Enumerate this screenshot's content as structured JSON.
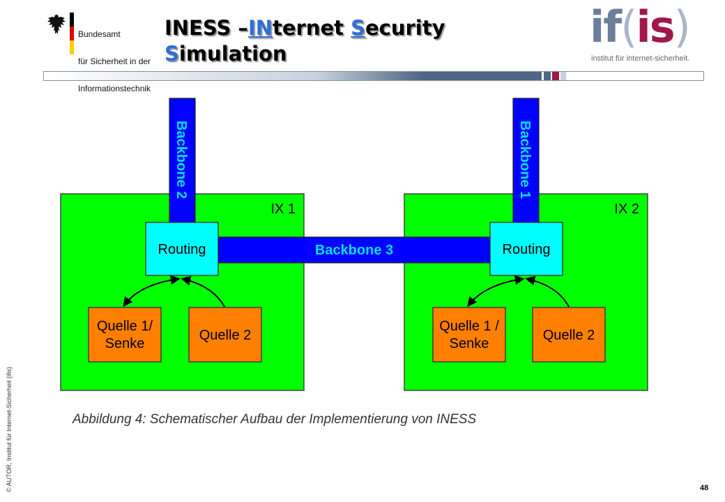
{
  "header": {
    "bsi": {
      "lines": [
        "Bundesamt",
        "für Sicherheit in der",
        "Informationstechnik"
      ],
      "flag_colors": [
        "#000000",
        "#dd0000",
        "#ffce00"
      ]
    },
    "title": {
      "p1": "INESS –",
      "p2": "IN",
      "p3": "ternet ",
      "p4": "S",
      "p5": "ecurity",
      "p6": "S",
      "p7": "imulation"
    },
    "ifis": {
      "word_if": "if",
      "bracket_open": "(",
      "word_is": "is",
      "bracket_close": ")",
      "subtitle": "institut für internet-sicherheit."
    }
  },
  "diagram": {
    "ix_left": {
      "label": "IX 1"
    },
    "ix_right": {
      "label": "IX 2"
    },
    "backbone_left": {
      "label": "Backbone 2"
    },
    "backbone_right": {
      "label": "Backbone 1"
    },
    "backbone_middle": {
      "label": "Backbone 3"
    },
    "routing_left": {
      "label": "Routing"
    },
    "routing_right": {
      "label": "Routing"
    },
    "source_left_1": {
      "line1": "Quelle 1/",
      "line2": "Senke"
    },
    "source_left_2": {
      "label": "Quelle 2"
    },
    "source_right_1": {
      "line1": "Quelle 1 /",
      "line2": "Senke"
    },
    "source_right_2": {
      "label": "Quelle 2"
    },
    "colors": {
      "ix": "#00ff00",
      "backbone": "#0000ff",
      "routing": "#00ffff",
      "source": "#ff8000",
      "backbone_text": "#00e0ff"
    }
  },
  "caption": "Abbildung 4: Schematischer Aufbau der Implementierung von INESS",
  "footer": {
    "copyright": "© AUTOR, Institut für Internet-Sicherheit (ifis)",
    "page": "48"
  }
}
